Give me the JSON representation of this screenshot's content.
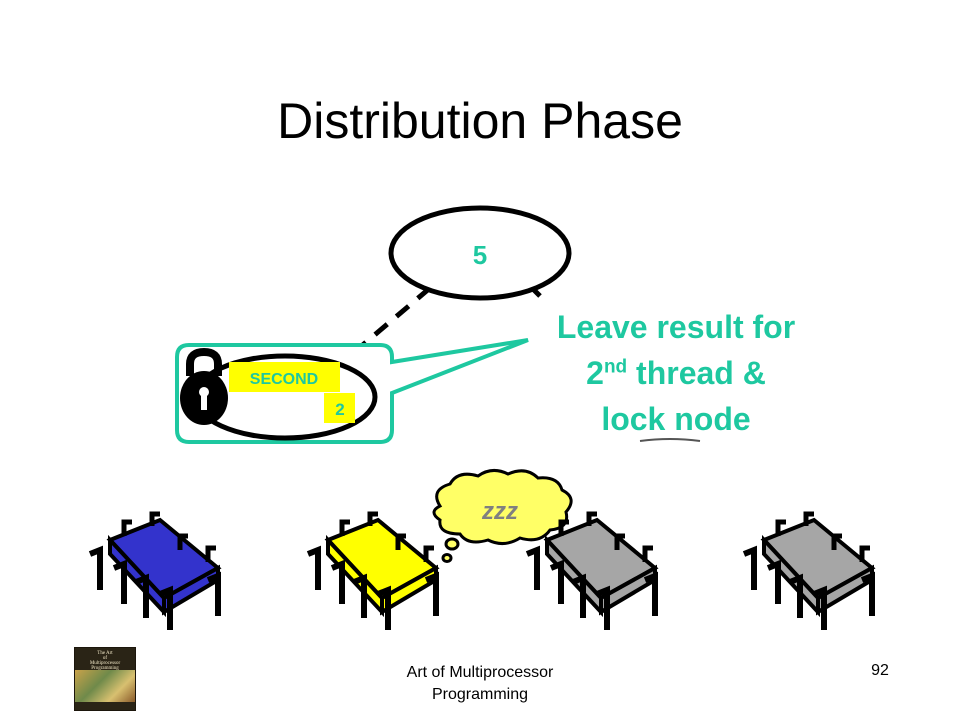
{
  "slide": {
    "title": "Distribution Phase",
    "footer_line1": "Art of Multiprocessor",
    "footer_line2": "Programming",
    "page_number": "92"
  },
  "tree": {
    "parent_value": "5",
    "node_state": "SECOND",
    "node_result": "2"
  },
  "callout": {
    "line1": "Leave result for",
    "line2_prefix": "2",
    "line2_sup": "nd",
    "line2_suffix": " thread &",
    "line3": "lock node"
  },
  "thought": {
    "text": "zzz"
  },
  "book_cover": {
    "line1": "The Art",
    "line2": "of",
    "line3": "Multiprocessor",
    "line4": "Programming"
  },
  "colors": {
    "accent": "#1ec8a0",
    "label_bg": "#ffff00",
    "cpu_blue": "#3333cc",
    "cpu_yellow": "#ffff00",
    "cpu_gray": "#a6a6a6",
    "thought_yellow": "#ffff66"
  }
}
